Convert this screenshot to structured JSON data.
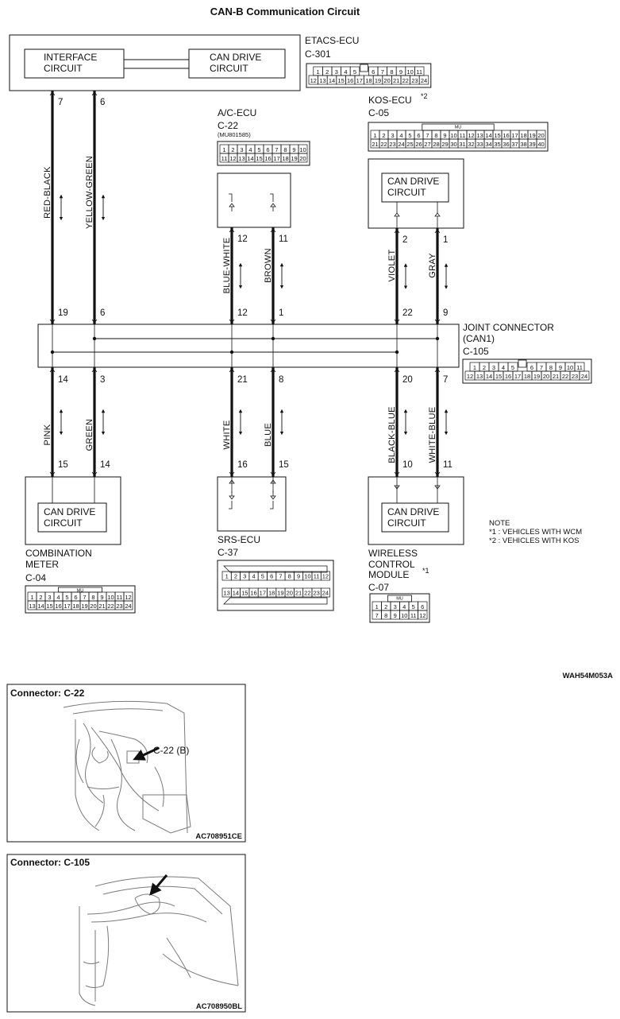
{
  "title": "CAN-B Communication Circuit",
  "etacs": {
    "name": "ETACS-ECU",
    "connector": "C-301",
    "interface": [
      "INTERFACE",
      "CIRCUIT"
    ],
    "candrive": [
      "CAN DRIVE",
      "CIRCUIT"
    ],
    "pins_row1": [
      "1",
      "2",
      "3",
      "4",
      "5",
      "",
      "6",
      "7",
      "8",
      "9",
      "10",
      "11"
    ],
    "pins_row2": [
      "12",
      "13",
      "14",
      "15",
      "16",
      "17",
      "18",
      "19",
      "20",
      "21",
      "22",
      "23",
      "24"
    ]
  },
  "ac_ecu": {
    "name": "A/C-ECU",
    "connector": "C-22",
    "partno": "(MU801585)",
    "pins_row1": [
      "1",
      "2",
      "3",
      "4",
      "5",
      "6",
      "7",
      "8",
      "9",
      "10"
    ],
    "pins_row2": [
      "11",
      "12",
      "13",
      "14",
      "15",
      "16",
      "17",
      "18",
      "19",
      "20"
    ]
  },
  "kos_ecu": {
    "name": "KOS-ECU",
    "star": "*2",
    "connector": "C-05",
    "mu": "MU",
    "candrive": [
      "CAN DRIVE",
      "CIRCUIT"
    ],
    "pins_row1": [
      "1",
      "2",
      "3",
      "4",
      "5",
      "6",
      "7",
      "8",
      "9",
      "10",
      "11",
      "12",
      "13",
      "14",
      "15",
      "16",
      "17",
      "18",
      "19",
      "20"
    ],
    "pins_row2": [
      "21",
      "22",
      "23",
      "24",
      "25",
      "26",
      "27",
      "28",
      "29",
      "30",
      "31",
      "32",
      "33",
      "34",
      "35",
      "36",
      "37",
      "38",
      "39",
      "40"
    ]
  },
  "joint": {
    "name": "JOINT CONNECTOR",
    "sub": "(CAN1)",
    "connector": "C-105",
    "pins_row1": [
      "1",
      "2",
      "3",
      "4",
      "5",
      "",
      "6",
      "7",
      "8",
      "9",
      "10",
      "11"
    ],
    "pins_row2": [
      "12",
      "13",
      "14",
      "15",
      "16",
      "17",
      "18",
      "19",
      "20",
      "21",
      "22",
      "23",
      "24"
    ]
  },
  "meter": {
    "name_line1": "COMBINATION",
    "name_line2": "METER",
    "connector": "C-04",
    "mu": "MU",
    "candrive": [
      "CAN DRIVE",
      "CIRCUIT"
    ],
    "pins_row1": [
      "1",
      "2",
      "3",
      "4",
      "5",
      "6",
      "7",
      "8",
      "9",
      "10",
      "11",
      "12"
    ],
    "pins_row2": [
      "13",
      "14",
      "15",
      "16",
      "17",
      "18",
      "19",
      "20",
      "21",
      "22",
      "23",
      "24"
    ]
  },
  "srs": {
    "name": "SRS-ECU",
    "connector": "C-37",
    "pins_row1": [
      "1",
      "2",
      "3",
      "4",
      "5",
      "6",
      "7",
      "8",
      "9",
      "10",
      "11",
      "12"
    ],
    "pins_row2": [
      "13",
      "14",
      "15",
      "16",
      "17",
      "18",
      "19",
      "20",
      "21",
      "22",
      "23",
      "24"
    ]
  },
  "wcm": {
    "name_line1": "WIRELESS",
    "name_line2": "CONTROL",
    "name_line3": "MODULE",
    "star": "*1",
    "connector": "C-07",
    "mu": "MU",
    "candrive": [
      "CAN DRIVE",
      "CIRCUIT"
    ],
    "pins_row1": [
      "1",
      "2",
      "3",
      "4",
      "5",
      "6"
    ],
    "pins_row2": [
      "7",
      "8",
      "9",
      "10",
      "11",
      "12"
    ]
  },
  "note": {
    "title": "NOTE",
    "lines": [
      "*1 : VEHICLES WITH WCM",
      "*2 : VEHICLES WITH KOS"
    ]
  },
  "wires": {
    "w1": {
      "top": "7",
      "mid_top": "19",
      "mid_bottom": "14",
      "bottom": "15",
      "upper": "RED-BLACK",
      "lower": "PINK"
    },
    "w2": {
      "top": "6",
      "mid_top": "6",
      "mid_bottom": "3",
      "bottom": "14",
      "upper": "YELLOW-GREEN",
      "lower": "GREEN"
    },
    "w3": {
      "top": "12",
      "mid_top": "12",
      "mid_bottom": "21",
      "bottom": "16",
      "upper": "BLUE-WHITE",
      "lower": "WHITE"
    },
    "w4": {
      "top": "11",
      "mid_top": "1",
      "mid_bottom": "8",
      "bottom": "15",
      "upper": "BROWN",
      "lower": "BLUE"
    },
    "w5": {
      "top": "2",
      "mid_top": "22",
      "mid_bottom": "20",
      "bottom": "10",
      "upper": "VIOLET",
      "lower": "BLACK-BLUE"
    },
    "w6": {
      "top": "1",
      "mid_top": "9",
      "mid_bottom": "7",
      "bottom": "11",
      "upper": "GRAY",
      "lower": "WHITE-BLUE"
    }
  },
  "diagram_code": "WAH54M053A",
  "photo1": {
    "label": "Connector: C-22",
    "callout": "C-22 (B)",
    "code": "AC708951CE"
  },
  "photo2": {
    "label": "Connector: C-105",
    "code": "AC708950BL"
  },
  "colors": {
    "line": "#111111",
    "photo_gray": "#8a8a8a"
  }
}
